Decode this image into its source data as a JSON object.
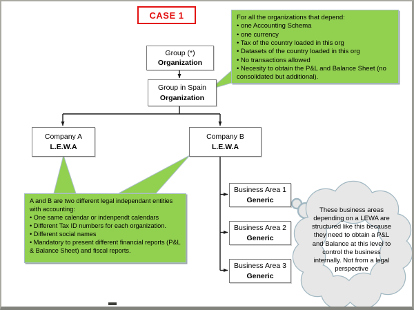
{
  "title": {
    "label": "CASE 1"
  },
  "colors": {
    "green": "#92d050",
    "accent-red": "#e31212",
    "callout-border": "#a8bcc6",
    "cloud-fill": "#e7e7e7",
    "cloud-border": "#a2b8c2",
    "box-border": "#7a7a7a",
    "connector": "#1a1a1a"
  },
  "org_chart": {
    "nodes": [
      {
        "name": "Group (*)",
        "type": "Organization"
      },
      {
        "name": "Group in Spain",
        "type": "Organization"
      },
      {
        "name": "Company A",
        "type": "L.E.W.A"
      },
      {
        "name": "Company B",
        "type": "L.E.W.A"
      },
      {
        "name": "Business Area 1",
        "type": "Generic"
      },
      {
        "name": "Business Area 2",
        "type": "Generic"
      },
      {
        "name": "Business Area 3",
        "type": "Generic"
      }
    ]
  },
  "callouts": {
    "org_requirements": {
      "intro": "For all the organizations that depend:",
      "bullets": [
        "• one Accounting Schema",
        "• one currency",
        "• Tax of the country loaded in this org",
        "• Datasets of the country loaded in this org",
        "• No transactions allowed",
        "• Necesity to obtain the P&L and Balance Sheet (no consolidated but additional)."
      ]
    },
    "legal_entities": {
      "intro": "A and B are two different legal independant entities with accounting:",
      "bullets": [
        "• One same calendar or indenpendt calendars",
        "• Different Tax ID numbers for each organization.",
        "• Different social names",
        "• Mandatory to present different financial reports (P&L & Balance Sheet) and fiscal reports."
      ]
    },
    "cloud_note": {
      "text": "These business areas depending on a LEWA are structured like this because they need to obtain a P&L and Balance at this level to control the business internally. Not from a legal perspective"
    }
  }
}
